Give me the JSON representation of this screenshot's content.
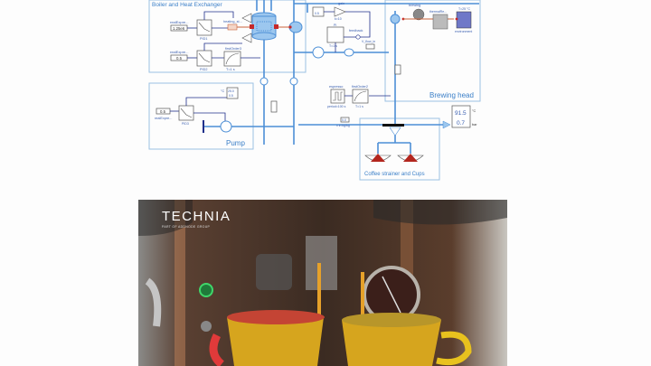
{
  "diagram": {
    "groups": {
      "boiler": "Boiler and Heat Exchanger",
      "pump": "Pump",
      "brewing": "Brewing head",
      "strainer": "Coffee strainer and Cups"
    },
    "blocks": {
      "real_expr_1": {
        "label": "realExpre...",
        "value": "1.25e6"
      },
      "pid1": "PID1",
      "heating": "heating_st...",
      "real_expr_2": {
        "label": "realExpre...",
        "value": "0.5"
      },
      "pid2": "PID2",
      "first_order_3": {
        "label": "firstOrder3",
        "param": "T=1 s"
      },
      "gain": {
        "label": "gain",
        "param": "k=10"
      },
      "sensor_box": {
        "line1": "25.0",
        "line2": "0.5"
      },
      "pi": {
        "label": "PI",
        "param": "T=1 s"
      },
      "feedback": "feedback",
      "v_flow": "V_flow_in",
      "brewing": "brewing",
      "thermal": "thermalRe...",
      "environment": {
        "label": "environment",
        "param": "T=25 °C"
      },
      "pump_real_expr": {
        "label": "realExpre...",
        "value": "0.5"
      },
      "pump_pid": "PID3",
      "pump_sensor": {
        "unit": "°C",
        "line1": "25.0",
        "line2": "0.5"
      },
      "espresso": {
        "label": "espresso",
        "param": "period=100 s"
      },
      "first_order_2": {
        "label": "firstOrder2",
        "param": "T=1 s"
      },
      "mass_frac": {
        "value": "0.0",
        "unit": "x in kg/kg"
      },
      "readout": {
        "temp": "91.5",
        "temp_unit": "°C",
        "pressure": "0.7",
        "pressure_unit": "bar"
      }
    }
  },
  "photo": {
    "brand": "TECHNIA",
    "brand_sub": "PART OF ADDNODE GROUP"
  },
  "colors": {
    "group_border": "#9cc1e4",
    "group_text": "#3a7fc8",
    "pipe": "#4d8fd6",
    "signal": "#1f2f8a",
    "heat_port": "#c62828",
    "coffee": "#b3261e"
  }
}
